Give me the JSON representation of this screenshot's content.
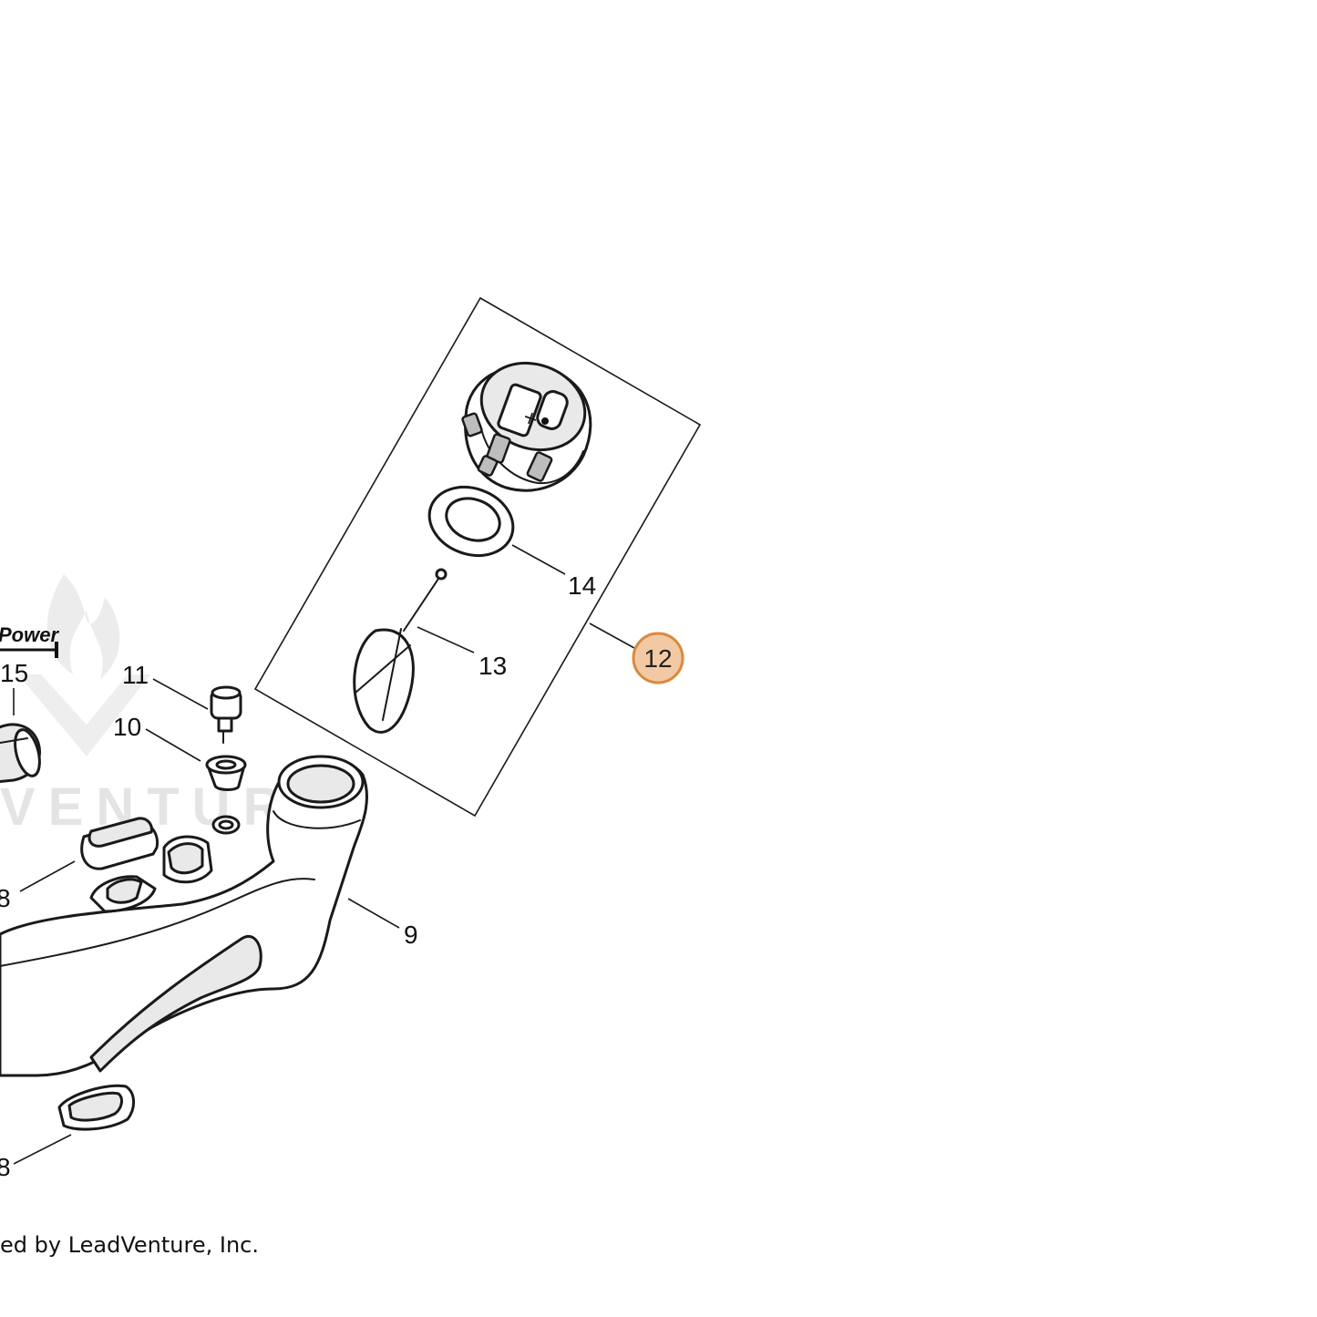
{
  "watermark": {
    "text": "VENTURE"
  },
  "brand_fragment": "Power",
  "callouts": {
    "c8a": "8",
    "c8b": "8",
    "c9": "9",
    "c10": "10",
    "c11": "11",
    "c12": "12",
    "c13": "13",
    "c14": "14",
    "c15": "15"
  },
  "highlight": {
    "fill": "#f3c9a4",
    "stroke": "#d9893f"
  },
  "credit": "ed by LeadVenture, Inc."
}
